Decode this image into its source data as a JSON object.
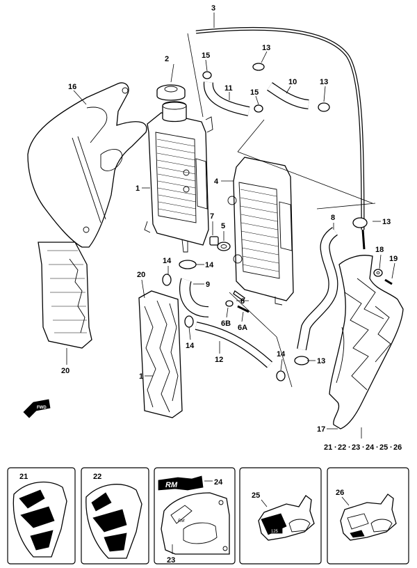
{
  "labels": {
    "p1": "1",
    "p2": "2",
    "p3": "3",
    "p4": "4",
    "p5": "5",
    "p6": "6",
    "p6A": "6A",
    "p6B": "6B",
    "p7": "7",
    "p8": "8",
    "p9": "9",
    "p10": "10",
    "p11": "11",
    "p12": "12",
    "p13a": "13",
    "p13b": "13",
    "p13c": "13",
    "p13d": "13",
    "p14a": "14",
    "p14b": "14",
    "p14c": "14",
    "p14d": "14",
    "p15a": "15",
    "p15b": "15",
    "p16": "16",
    "p17": "17",
    "p18": "18",
    "p19": "19",
    "p20a": "20",
    "p20b": "20",
    "b21": "21",
    "b22": "22",
    "b23": "23",
    "b24": "24",
    "b25": "25",
    "b26": "26"
  },
  "sequence": {
    "n21": "21",
    "sep1": "·",
    "n22": "22",
    "sep2": "·",
    "n23": "23",
    "sep3": "·",
    "n24": "24",
    "sep4": "·",
    "n25": "25",
    "sep5": "·",
    "n26": "26"
  },
  "decals": {
    "rm": "RM",
    "fwd": "FWD",
    "rm_small": "RM",
    "num": "125"
  },
  "colors": {
    "line": "#000000",
    "background": "#ffffff"
  }
}
